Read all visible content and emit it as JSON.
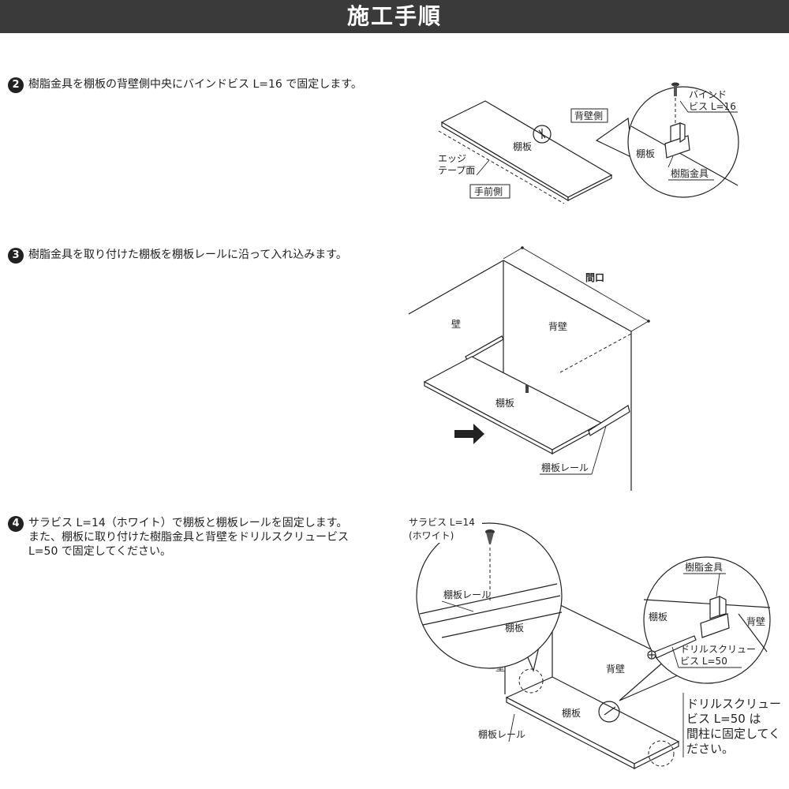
{
  "header": {
    "title": "施工手順"
  },
  "steps": [
    {
      "number": "2",
      "text": "樹脂金具を棚板の背壁側中央にバインドビス L=16 で固定します。"
    },
    {
      "number": "3",
      "text": "樹脂金具を取り付けた棚板を棚板レールに沿って入れ込みます。"
    },
    {
      "number": "4",
      "text": "サラビス L=14（ホワイト）で棚板と棚板レールを固定します。\nまた、棚板に取り付けた樹脂金具と背壁をドリルスクリュービス\nL=50 で固定してください。"
    }
  ],
  "diagram2": {
    "back_side": "背壁側",
    "shelf": "棚板",
    "edge_tape_1": "エッジ",
    "edge_tape_2": "テープ面",
    "front_side": "手前側",
    "bind_screw_1": "バインド",
    "bind_screw_2": "ビス L=16",
    "detail_shelf": "棚板",
    "resin_bracket": "樹脂金具"
  },
  "diagram3": {
    "opening": "間口",
    "wall": "壁",
    "back_wall": "背壁",
    "shelf": "棚板",
    "shelf_rail": "棚板レール"
  },
  "diagram4": {
    "flat_screw_1": "サラビス L=14",
    "flat_screw_2": "(ホワイト)",
    "shelf_rail_detail": "棚板レール",
    "shelf_detail": "棚板",
    "wall": "壁",
    "back_wall": "背壁",
    "shelf": "棚板",
    "shelf_rail": "棚板レール",
    "resin_bracket": "樹脂金具",
    "detail_shelf": "棚板",
    "detail_back_wall": "背壁",
    "drill_screw_1": "ドリルスクリュー",
    "drill_screw_2": "ビス L=50",
    "note_1": "ドリルスクリュー",
    "note_2": "ビス L=50 は",
    "note_3": "間柱に固定してく",
    "note_4": "ださい。"
  }
}
